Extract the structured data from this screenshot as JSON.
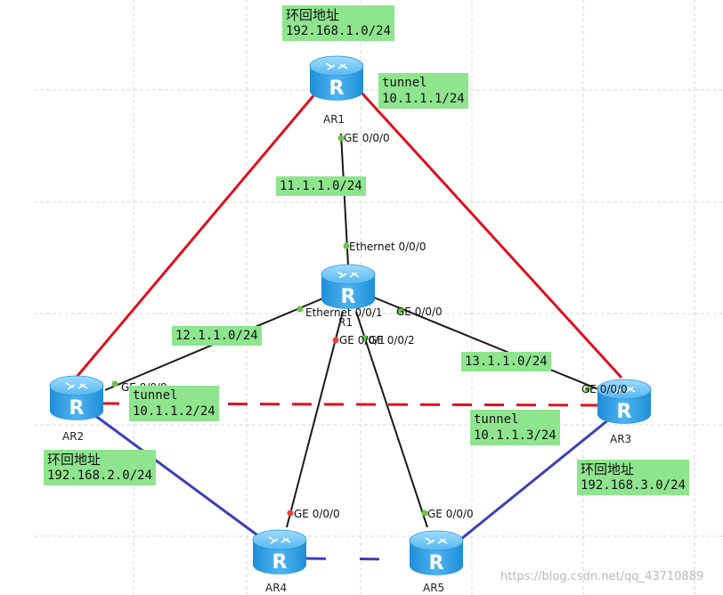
{
  "colors": {
    "tunnel_line": "#e0101e",
    "ospf_link": "#3a3fb8",
    "physical_link": "#1a1a1a",
    "note_bg": "#8ee58e",
    "port_up": "#6cc24a",
    "port_down": "#e8433a",
    "router_body": "#3aa7e8"
  },
  "routers": {
    "ar1": "AR1",
    "r1": "R1",
    "ar2": "AR2",
    "ar3": "AR3",
    "ar4": "AR4",
    "ar5": "AR5"
  },
  "notes": {
    "ar1_loop_title": "环回地址",
    "ar1_loop_addr": "192.168.1.0/24",
    "ar1_tunnel_title": "tunnel",
    "ar1_tunnel_addr": "10.1.1.1/24",
    "net_ar1_r1": "11.1.1.0/24",
    "net_ar2_r1": "12.1.1.0/24",
    "net_ar3_r1": "13.1.1.0/24",
    "ar2_tunnel_title": "tunnel",
    "ar2_tunnel_addr": "10.1.1.2/24",
    "ar3_tunnel_title": "tunnel",
    "ar3_tunnel_addr": "10.1.1.3/24",
    "ar2_loop_title": "环回地址",
    "ar2_loop_addr": "192.168.2.0/24",
    "ar3_loop_title": "环回地址",
    "ar3_loop_addr": "192.168.3.0/24"
  },
  "interfaces": {
    "ar1_ge000": "GE 0/0/0",
    "r1_eth000": "Ethernet 0/0/0",
    "r1_eth001": "Ethernet 0/0/1",
    "r1_ge000": "GE 0/0/0",
    "r1_ge001": "GE 0/0/1",
    "r1_ge002": "GE 0/0/2",
    "ar2_ge000": "GE 0/0/0",
    "ar3_ge000": "GE 0/0/0",
    "ar4_ge000": "GE 0/0/0",
    "ar5_ge000": "GE 0/0/0"
  },
  "watermark": "https://blog.csdn.net/qq_43710889"
}
